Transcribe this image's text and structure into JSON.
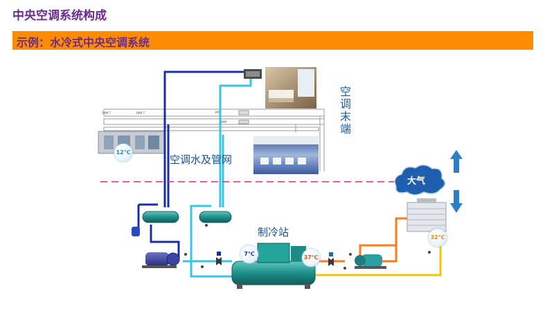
{
  "slide": {
    "title": "中央空调系统构成",
    "banner": "示例：水冷式中央空调系统"
  },
  "labels": {
    "terminal": "空调末端",
    "water_network": "空调水及管网",
    "chiller_station": "制冷站",
    "atmosphere": "大气"
  },
  "temperatures": {
    "ahu_supply": "12℃",
    "chilled_supply": "7℃",
    "condenser_return": "37℃",
    "cooling_tower_out": "32℃"
  },
  "duct_labels": {
    "top": "3MM",
    "middle": "3MM",
    "side_a": "3MM T",
    "side_b": "3MM T"
  },
  "colors": {
    "title": "#6a2c8c",
    "banner": "#ff8c00",
    "chilled_water_dark": "#1a2fa3",
    "chilled_water_light": "#35c6e6",
    "condenser_hot": "#ff7a1a",
    "condenser_warm": "#f5c400",
    "boundary_line": "#e0219c",
    "cloud": "#1e5fae",
    "arrow": "#2f7ec8"
  }
}
